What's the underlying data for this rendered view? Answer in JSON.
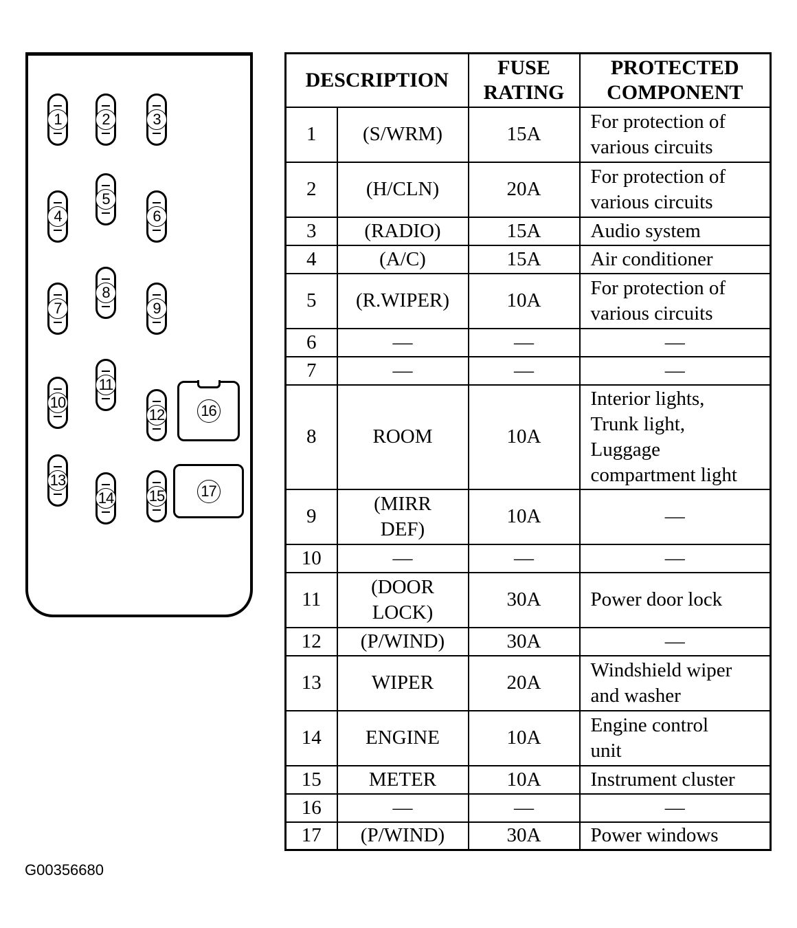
{
  "table": {
    "headers": {
      "description": "DESCRIPTION",
      "fuse_rating": "FUSE\nRATING",
      "protected_component": "PROTECTED\nCOMPONENT"
    },
    "rows": [
      {
        "no": "1",
        "name": "(S/WRM)",
        "rating": "15A",
        "component": "For protection of\nvarious circuits"
      },
      {
        "no": "2",
        "name": "(H/CLN)",
        "rating": "20A",
        "component": "For protection of\nvarious circuits"
      },
      {
        "no": "3",
        "name": "(RADIO)",
        "rating": "15A",
        "component": "Audio system"
      },
      {
        "no": "4",
        "name": "(A/C)",
        "rating": "15A",
        "component": "Air conditioner"
      },
      {
        "no": "5",
        "name": "(R.WIPER)",
        "rating": "10A",
        "component": "For protection of\nvarious circuits"
      },
      {
        "no": "6",
        "name": "—",
        "rating": "—",
        "component": "—"
      },
      {
        "no": "7",
        "name": "—",
        "rating": "—",
        "component": "—"
      },
      {
        "no": "8",
        "name": "ROOM",
        "rating": "10A",
        "component": "Interior lights,\nTrunk light,\nLuggage\ncompartment light"
      },
      {
        "no": "9",
        "name": "(MIRR\nDEF)",
        "rating": "10A",
        "component": "—"
      },
      {
        "no": "10",
        "name": "—",
        "rating": "—",
        "component": "—"
      },
      {
        "no": "11",
        "name": "(DOOR\nLOCK)",
        "rating": "30A",
        "component": "Power door lock"
      },
      {
        "no": "12",
        "name": "(P/WIND)",
        "rating": "30A",
        "component": "—"
      },
      {
        "no": "13",
        "name": "WIPER",
        "rating": "20A",
        "component": "Windshield wiper\nand washer"
      },
      {
        "no": "14",
        "name": "ENGINE",
        "rating": "10A",
        "component": "Engine control\nunit"
      },
      {
        "no": "15",
        "name": "METER",
        "rating": "10A",
        "component": "Instrument cluster"
      },
      {
        "no": "16",
        "name": "—",
        "rating": "—",
        "component": "—"
      },
      {
        "no": "17",
        "name": "(P/WIND)",
        "rating": "30A",
        "component": "Power windows"
      }
    ]
  },
  "fusebox": {
    "fuses": [
      "1",
      "2",
      "3",
      "4",
      "5",
      "6",
      "7",
      "8",
      "9",
      "10",
      "11",
      "12",
      "13",
      "14",
      "15"
    ],
    "relays": [
      "16",
      "17"
    ]
  },
  "caption": "G00356680"
}
